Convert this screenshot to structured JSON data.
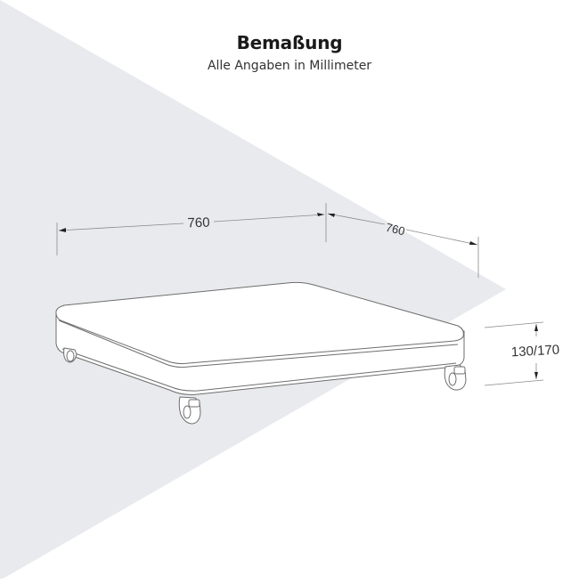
{
  "header": {
    "title": "Bemaßung",
    "subtitle": "Alle Angaben in Millimeter"
  },
  "dimensions": {
    "width_label": "760",
    "depth_label": "760",
    "height_label": "130/170"
  },
  "colors": {
    "background": "#ffffff",
    "backdrop": "#e9eaee",
    "line": "#6e6e6e",
    "dim_line": "#8a8a8a",
    "text": "#333333"
  }
}
